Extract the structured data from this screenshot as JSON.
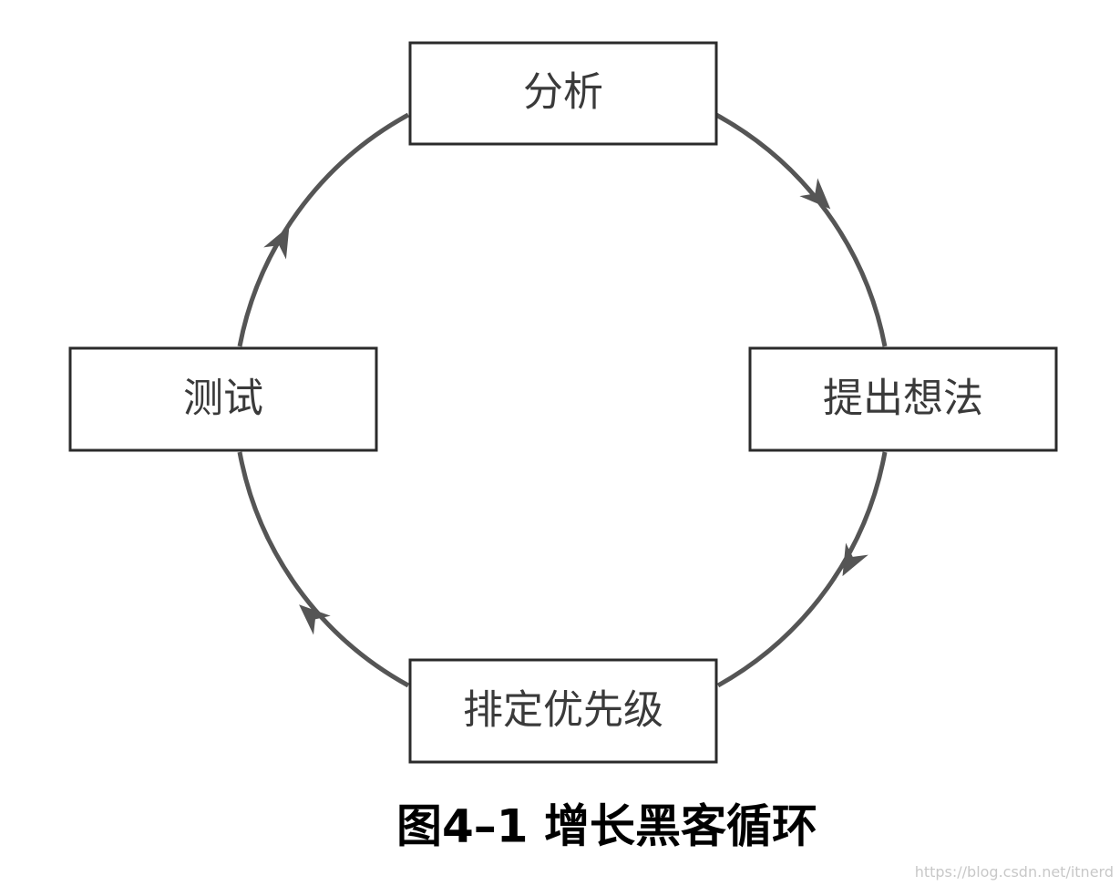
{
  "nodes": {
    "analyze": "分析",
    "ideate": "提出想法",
    "prioritize": "排定优先级",
    "test": "测试"
  },
  "caption": "图4–1 增长黑客循环",
  "watermark": "https://blog.csdn.net/itnerd",
  "colors": {
    "box_stroke": "#2b2b2b",
    "arrow": "#555555",
    "label_text": "#3a3a3a",
    "caption_text": "#000000"
  }
}
